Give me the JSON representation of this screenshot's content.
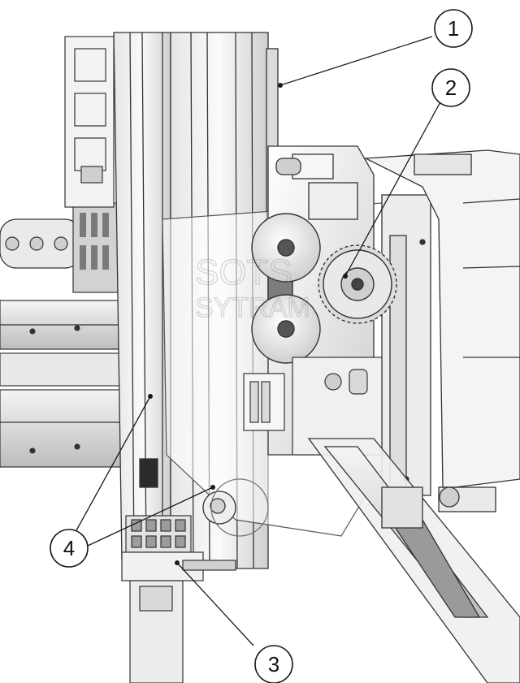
{
  "watermark": {
    "line1": "SOTS",
    "line2": "SYTRAM"
  },
  "callouts": [
    {
      "id": "callout-1",
      "label": "1"
    },
    {
      "id": "callout-2",
      "label": "2"
    },
    {
      "id": "callout-3",
      "label": "3"
    },
    {
      "id": "callout-4",
      "label": "4"
    }
  ],
  "colors": {
    "line": "#1a1a1a",
    "metal_light": "#f2f2f2",
    "metal_mid": "#d9d9d9",
    "metal_dark": "#9a9a9a",
    "shadow": "#6f6f6f"
  }
}
